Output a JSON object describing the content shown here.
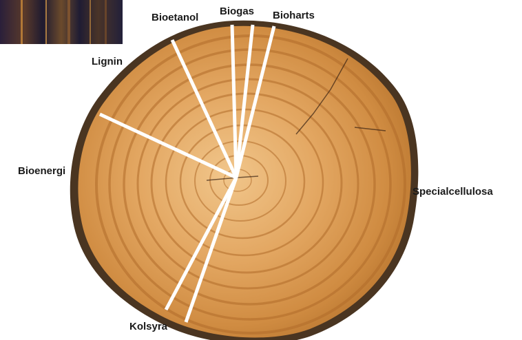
{
  "colors": {
    "bark": "#4a3521",
    "wood_light": "#e9b575",
    "wood_mid": "#d99a4f",
    "wood_dark": "#b8722f",
    "divider": "#ffffff",
    "label_text": "#1a1a1a"
  },
  "segments": [
    {
      "name": "Bioetanol"
    },
    {
      "name": "Biogas"
    },
    {
      "name": "Bioharts"
    },
    {
      "name": "Specialcellulosa"
    },
    {
      "name": "Kolsyra"
    },
    {
      "name": "Bioenergi"
    },
    {
      "name": "Lignin"
    }
  ]
}
